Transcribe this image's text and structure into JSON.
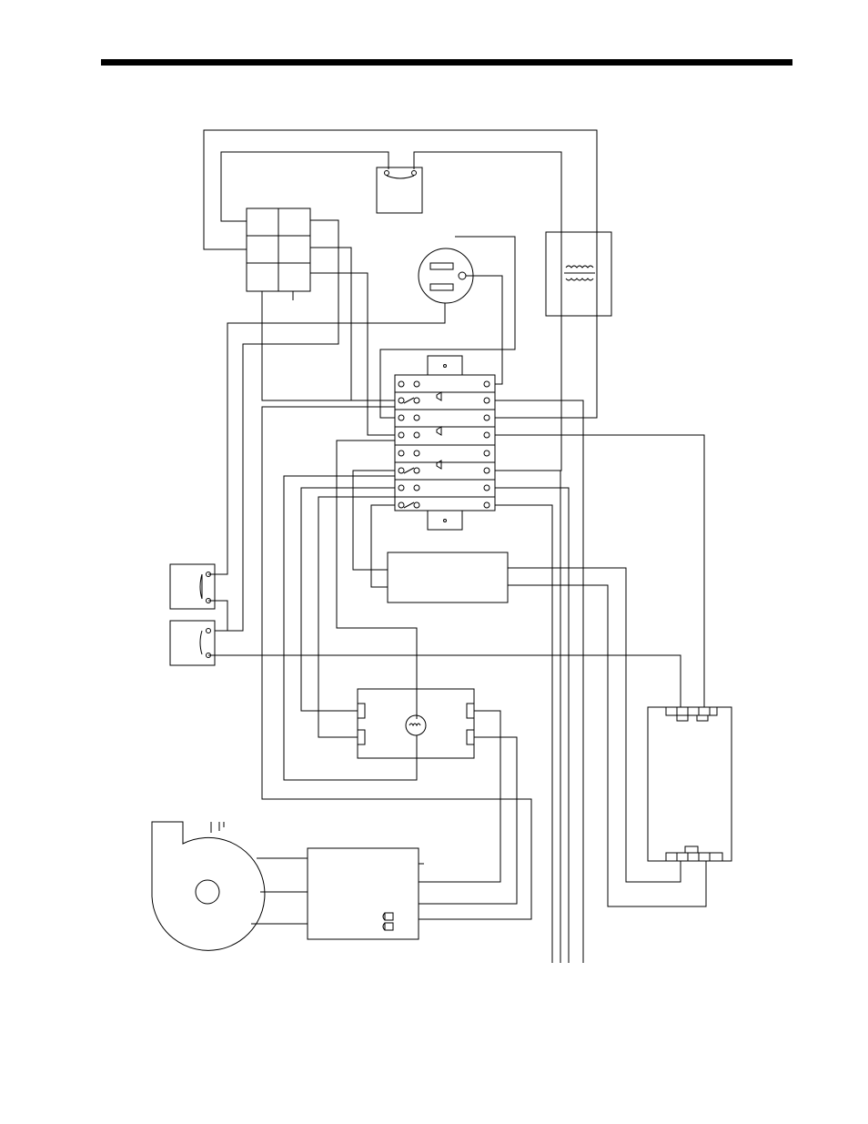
{
  "page": {
    "background": "#ffffff",
    "ink_color": "#000000"
  },
  "diagram": {
    "type": "wiring-schematic",
    "components": [
      "limit-switch",
      "terminal-block",
      "receptacle",
      "transformer",
      "relay-terminal-board",
      "switch-upper",
      "switch-lower",
      "control-module",
      "timer-motor-box",
      "ignition-control-board",
      "blower-housing",
      "blower-motor"
    ]
  }
}
